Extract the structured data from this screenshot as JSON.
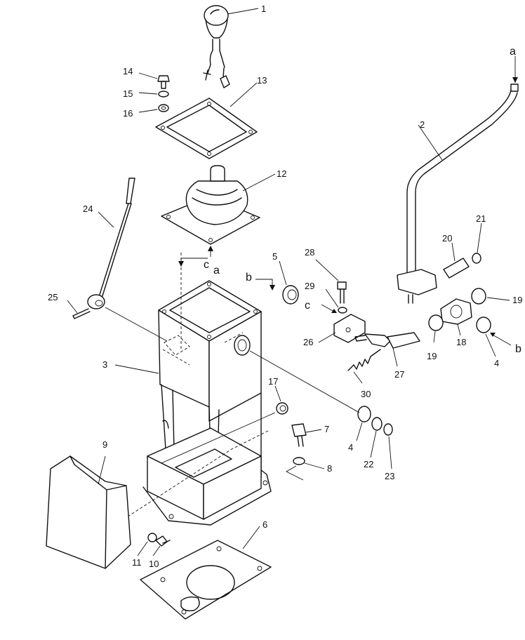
{
  "diagram": {
    "callouts": [
      {
        "id": "c1",
        "label": "1"
      },
      {
        "id": "c2",
        "label": "2"
      },
      {
        "id": "c3",
        "label": "3"
      },
      {
        "id": "c4a",
        "label": "4"
      },
      {
        "id": "c4b",
        "label": "4"
      },
      {
        "id": "c5",
        "label": "5"
      },
      {
        "id": "c6",
        "label": "6"
      },
      {
        "id": "c7",
        "label": "7"
      },
      {
        "id": "c8",
        "label": "8"
      },
      {
        "id": "c9",
        "label": "9"
      },
      {
        "id": "c10",
        "label": "10"
      },
      {
        "id": "c11",
        "label": "11"
      },
      {
        "id": "c12",
        "label": "12"
      },
      {
        "id": "c13",
        "label": "13"
      },
      {
        "id": "c14",
        "label": "14"
      },
      {
        "id": "c15",
        "label": "15"
      },
      {
        "id": "c16",
        "label": "16"
      },
      {
        "id": "c17",
        "label": "17"
      },
      {
        "id": "c18",
        "label": "18"
      },
      {
        "id": "c19a",
        "label": "19"
      },
      {
        "id": "c19b",
        "label": "19"
      },
      {
        "id": "c20",
        "label": "20"
      },
      {
        "id": "c21",
        "label": "21"
      },
      {
        "id": "c22",
        "label": "22"
      },
      {
        "id": "c23",
        "label": "23"
      },
      {
        "id": "c24",
        "label": "24"
      },
      {
        "id": "c25",
        "label": "25"
      },
      {
        "id": "c26",
        "label": "26"
      },
      {
        "id": "c27",
        "label": "27"
      },
      {
        "id": "c28",
        "label": "28"
      },
      {
        "id": "c29",
        "label": "29"
      },
      {
        "id": "c30",
        "label": "30"
      }
    ],
    "connection_marks": [
      {
        "id": "m_a_top",
        "label": "a"
      },
      {
        "id": "m_a_boot",
        "label": "a"
      },
      {
        "id": "m_c_boot",
        "label": "c"
      },
      {
        "id": "m_b_boss",
        "label": "b"
      },
      {
        "id": "m_c_block",
        "label": "c"
      },
      {
        "id": "m_b_right",
        "label": "b"
      }
    ]
  }
}
